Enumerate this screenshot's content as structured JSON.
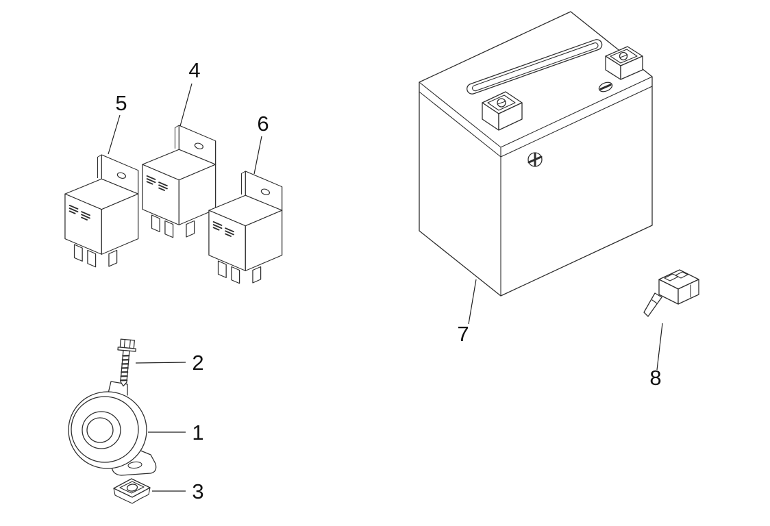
{
  "diagram": {
    "background": "#ffffff",
    "line_color": "#2e2e2e",
    "label_color": "#111111",
    "callouts": [
      {
        "label": "1",
        "part": "horn"
      },
      {
        "label": "2",
        "part": "horn-bolt"
      },
      {
        "label": "3",
        "part": "horn-clip-nut"
      },
      {
        "label": "4",
        "part": "relay-center"
      },
      {
        "label": "5",
        "part": "relay-left"
      },
      {
        "label": "6",
        "part": "relay-right"
      },
      {
        "label": "7",
        "part": "battery"
      },
      {
        "label": "8",
        "part": "fuse-holder"
      }
    ]
  }
}
